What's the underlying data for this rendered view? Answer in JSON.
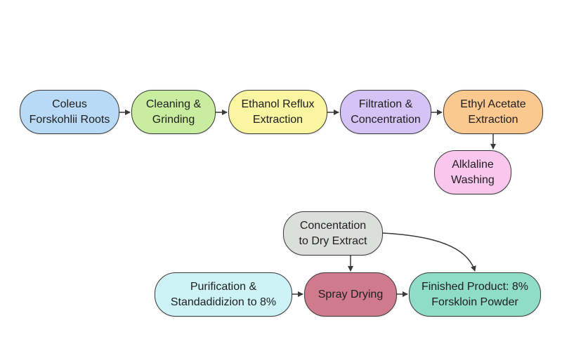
{
  "nodes": {
    "n1": {
      "label": "Coleus\nForskohlii Roots",
      "color": "#b8daf7"
    },
    "n2": {
      "label": "Cleaning &\nGrinding",
      "color": "#c9ed9e"
    },
    "n3": {
      "label": "Ethanol Reflux\nExtraction",
      "color": "#f9f5a0"
    },
    "n4": {
      "label": "Filtration &\nConcentration",
      "color": "#d6c3f5"
    },
    "n5": {
      "label": "Ethyl Acetate\nExtraction",
      "color": "#fbc88f"
    },
    "n6": {
      "label": "Alklaline\nWashing",
      "color": "#f9c6ee"
    },
    "n7": {
      "label": "Concentation\nto Dry Extract",
      "color": "#dcdedb"
    },
    "n8": {
      "label": "Purification &\nStandadidizion to 8%",
      "color": "#cdf3f7"
    },
    "n9": {
      "label": "Spray Drying",
      "color": "#cf7b8d"
    },
    "n10": {
      "label": "Finished Product: 8%\nForskloin Powder",
      "color": "#8fdcc7"
    }
  },
  "edges": [
    {
      "from": "n1",
      "to": "n2"
    },
    {
      "from": "n2",
      "to": "n3"
    },
    {
      "from": "n3",
      "to": "n4"
    },
    {
      "from": "n4",
      "to": "n5"
    },
    {
      "from": "n5",
      "to": "n6"
    },
    {
      "from": "n7",
      "to": "n9"
    },
    {
      "from": "n7",
      "to": "n10"
    },
    {
      "from": "n8",
      "to": "n9"
    },
    {
      "from": "n9",
      "to": "n10"
    }
  ],
  "colors": {
    "stroke": "#3a3a3a",
    "text": "#1e1e1e"
  }
}
